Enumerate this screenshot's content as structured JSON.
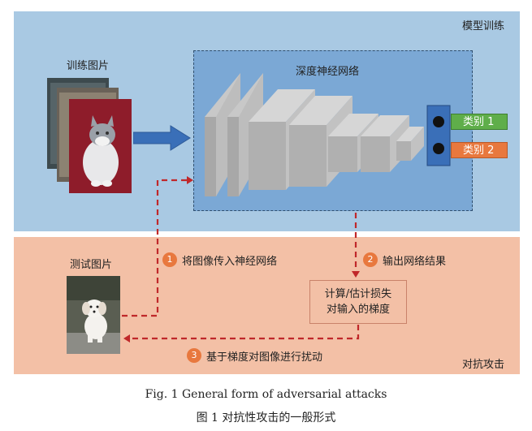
{
  "panels": {
    "training_title": "模型训练",
    "attack_title": "对抗攻击"
  },
  "training_images_label": "训练图片",
  "network_label": "深度神经网络",
  "classes": [
    "类别 1",
    "类别 2"
  ],
  "test_image_label": "测试图片",
  "steps": [
    {
      "num": "1",
      "text": "将图像传入神经网络"
    },
    {
      "num": "2",
      "text": "输出网络结果"
    },
    {
      "num": "3",
      "text": "基于梯度对图像进行扰动"
    }
  ],
  "loss_box": {
    "line1": "计算/估计损失",
    "line2": "对输入的梯度"
  },
  "caption": {
    "en": "Fig. 1    General form of adversarial attacks",
    "zh": "图 1    对抗性攻击的一般形式"
  },
  "colors": {
    "training_bg": "#a9c9e3",
    "attack_bg": "#f3c0a6",
    "network_bg": "#7ba8d5",
    "class1": "#5fae4a",
    "class2": "#e8783e",
    "dashed_arrow": "#c0282a",
    "step_badge": "#e8783e"
  }
}
